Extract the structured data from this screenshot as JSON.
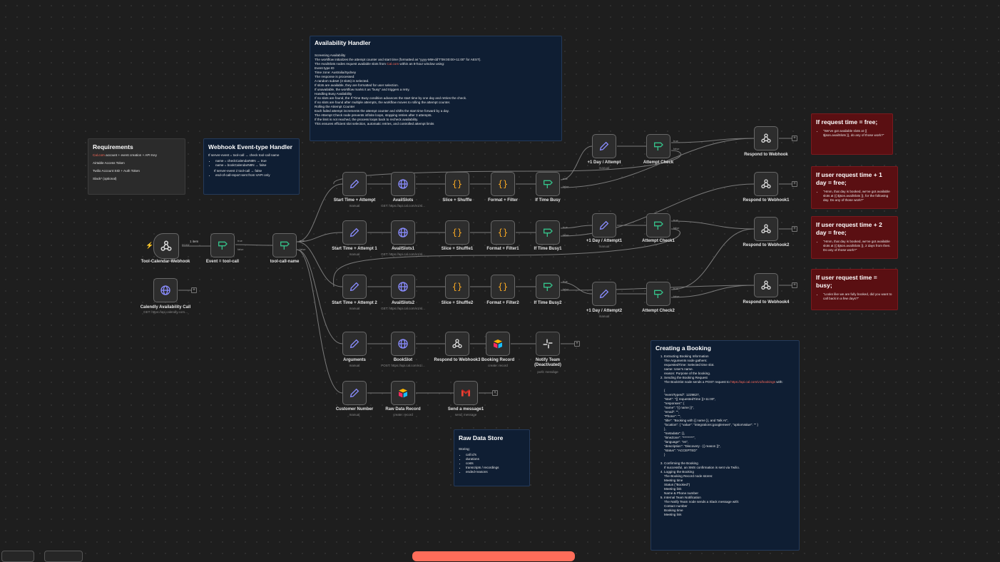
{
  "nodes": {
    "tool_calendar_webhook": {
      "label": "Tool-Calendar-Webhook",
      "method": "POST"
    },
    "event_tool_call": {
      "label": "Event = tool-call",
      "out_true": "true",
      "out_false": "false",
      "edge_label": "1 item"
    },
    "tool_call_name": {
      "label": "tool-call-name",
      "out_true": "true",
      "out_false": "false"
    },
    "calendly_call": {
      "label": "Calendly Availability Call",
      "sub": "GET: https://api.calendly.com..."
    },
    "start_time_attempt": {
      "label": "Start Time + Attempt",
      "sub": "manual"
    },
    "avail_slots": {
      "label": "AvailSlots",
      "sub": "GET: https://api.cal.com/v1/sl..."
    },
    "slice_shuffle": {
      "label": "Slice + Shuffle"
    },
    "format_filter": {
      "label": "Format + Filter"
    },
    "if_time_busy": {
      "label": "If Time Busy",
      "out_true": "true",
      "out_false": "false"
    },
    "start_time_attempt1": {
      "label": "Start Time + Attempt 1",
      "sub": "manual"
    },
    "avail_slots1": {
      "label": "AvailSlots1",
      "sub": "GET: https://api.cal.com/v1/sl..."
    },
    "slice_shuffle1": {
      "label": "Slice + Shuffle1"
    },
    "format_filter1": {
      "label": "Format + Filter1"
    },
    "if_time_busy1": {
      "label": "If Time Busy1",
      "out_true": "true",
      "out_false": "false"
    },
    "start_time_attempt2": {
      "label": "Start Time + Attempt 2",
      "sub": "manual"
    },
    "avail_slots2": {
      "label": "AvailSlots2",
      "sub": "GET: https://api.cal.com/v1/sl..."
    },
    "slice_shuffle2": {
      "label": "Slice + Shuffle2"
    },
    "format_filter2": {
      "label": "Format + Filter2"
    },
    "if_time_busy2": {
      "label": "If Time Busy2",
      "out_true": "true",
      "out_false": "false"
    },
    "day_attempt": {
      "label": "+1 Day / Attempt",
      "sub": "manual"
    },
    "attempt_check": {
      "label": "Attempt Check",
      "out_true": "true",
      "out_false": "false"
    },
    "day_attempt1": {
      "label": "+1 Day / Attempt1",
      "sub": "manual"
    },
    "attempt_check1": {
      "label": "Attempt Check1",
      "out_true": "true",
      "out_false": "false"
    },
    "day_attempt2": {
      "label": "+1 Day / Attempt2",
      "sub": "manual"
    },
    "attempt_check2": {
      "label": "Attempt Check2",
      "out_true": "true",
      "out_false": "false"
    },
    "respond_webhook": {
      "label": "Respond to Webhook"
    },
    "respond_webhook1": {
      "label": "Respond to Webhook1"
    },
    "respond_webhook2": {
      "label": "Respond to Webhook2"
    },
    "respond_webhook4": {
      "label": "Respond to Webhook4"
    },
    "arguments": {
      "label": "Arguments",
      "sub": "manual"
    },
    "book_slot": {
      "label": "BookSlot",
      "sub": "POST: https://api.cal.com/v1/..."
    },
    "respond_webhook3": {
      "label": "Respond to Webhook3"
    },
    "booking_record": {
      "label": "Booking Record",
      "sub": "create: record"
    },
    "notify_team": {
      "label": "Notify Team (Deactivated)",
      "sub": "post: message"
    },
    "customer_number": {
      "label": "Customer Number",
      "sub": "manual"
    },
    "raw_data_record": {
      "label": "Raw Data Record",
      "sub": "create: record"
    },
    "send_message1": {
      "label": "Send a message1",
      "sub": "send: message"
    }
  },
  "notes": {
    "requirements": {
      "title": "Requirements",
      "line1_link": "Cal.com",
      "line1_rest": " account + event creation + API Key",
      "line2": "Airtable Access Token",
      "line3": "Twilio Account SID + Auth Token",
      "line4": "Slack* (optional)"
    },
    "webhook_handler": {
      "title": "Webhook Event-type Handler",
      "intro": "If server-event = tool-call → check tool-call name",
      "item1": "name = checkCalendarN8N → true",
      "item2": "name = bookCalendarN8N → false",
      "line_else": "If server-event ≠ tool-call → false",
      "item3": "end-of-call-report sent from VAPI only"
    },
    "availability": {
      "title": "Availability Handler",
      "lines": [
        "Screening Availability",
        "The workflow initializes the attempt counter and start time (formatted as \"yyyy-MM-dd'T'09:00:00+11:00\" for AEST).",
        "The AvailSlots nodes request available slots from ",
        "Event type ID",
        "Time zone: Australia/Sydney",
        "The response is processed:",
        "A random subset (3 slots) is selected.",
        "If slots are available, they are formatted for user selection.",
        "If unavailable, the workflow marks it as \"busy\" and triggers a retry.",
        "Handling Busy Availability",
        "If no slots are found, the If Time Busy condition advances the start time by one day and retries the check.",
        "If no slots are found after multiple attempts, the workflow moves to rolling the attempt counter.",
        "Rolling the Attempt Counter",
        "Each failed attempt increments the attempt counter and shifts the start time forward by a day.",
        "The Attempt Check node prevents infinite loops, stopping retries after 3 attempts.",
        "If the limit is not reached, the process loops back to recheck availability.",
        "This ensures efficient slot selection, automatic retries, and controlled attempt limits"
      ],
      "link": "Cal.com",
      "link_tail": " within an 8-hour window using:"
    },
    "free": {
      "title": "If request time = free;",
      "item": "\"We've got available slots at {{ $json.availSlots }}, do any of those work?\""
    },
    "plus1": {
      "title": "If user request time + 1 day = free;",
      "item": "\"Hmm, that day is booked, we've got available slots at {{ $json.availSlots }}, for the following day. Do any of those work?\""
    },
    "plus2": {
      "title": "If user request time + 2 day = free;",
      "item": "\"Hmm, that day is booked, we've got available slots at {{ $json.availSlots }}, 2 days from then. Do any of those work?\""
    },
    "busy": {
      "title": "If user request time = busy;",
      "item": "\"Looks like we are fully booked, did you want to call back in a few days?\""
    },
    "raw_data": {
      "title": "Raw Data Store",
      "intro": "Storing;",
      "items": [
        "call id's",
        "durations",
        "costs",
        "transcripts / recordings",
        "ended-reasons"
      ]
    },
    "booking": {
      "title": "Creating a Booking",
      "s1": "Extracting Booking Information",
      "s1_lines": [
        "The Arguments node gathers:",
        "requestedTime: Selected time slot.",
        "name: User's name.",
        "reason: Purpose of the booking."
      ],
      "s2": "Sending the Booking Request",
      "s2_text": "The BookSlot node sends a POST request to ",
      "s2_link": "https://api.cal.com/v1/bookings",
      "s2_tail": " with:",
      "json_lines": [
        "{",
        "\"eventTypeId\": 1229827,",
        "\"start\": \"{{ requestedTime }}+11:00\",",
        "\"responses\": {",
        "\"name\": \"{{ name }}\",",
        "\"email\": \"\",",
        "\"Phone\": \"\",",
        "\"title\": \"Booking with {{ name }}, and Talk AI\",",
        "\"location\": { \"value\": \"integrations:googlemeet\", \"optionValue\": \"\" }",
        "},",
        "\"metadata\": {},",
        "\"timeZone\": \"********\",",
        "\"language\": \"en\",",
        "\"description\": \"Discovery - {{ reason }}\",",
        "\"status\": \"ACCEPTED\"",
        "}"
      ],
      "s3": "Confirming the Booking",
      "s3_text": "If successful, an SMS confirmation is sent via Twilio.",
      "s4": "Logging the Booking",
      "s4_lines": [
        "The Booking Record node stores:",
        "Meeting time",
        "Status (\"Booked\")",
        "Meeting link",
        "Name & Phone number"
      ],
      "s5": "Internal Team Notification",
      "s5_lines": [
        "The Notify Team node sends a Slack message with:",
        "Contact number",
        "Booking time",
        "Meeting link"
      ]
    }
  },
  "colors": {
    "canvas_bg": "#1e1e1e",
    "red_note": "#5a0f12",
    "blue_note": "#0f1e33",
    "accent": "#ff6d5a",
    "if_icon": "#35c28a",
    "code_icon": "#f5a623",
    "set_icon": "#8a8dff",
    "http_icon": "#8a8dff"
  }
}
